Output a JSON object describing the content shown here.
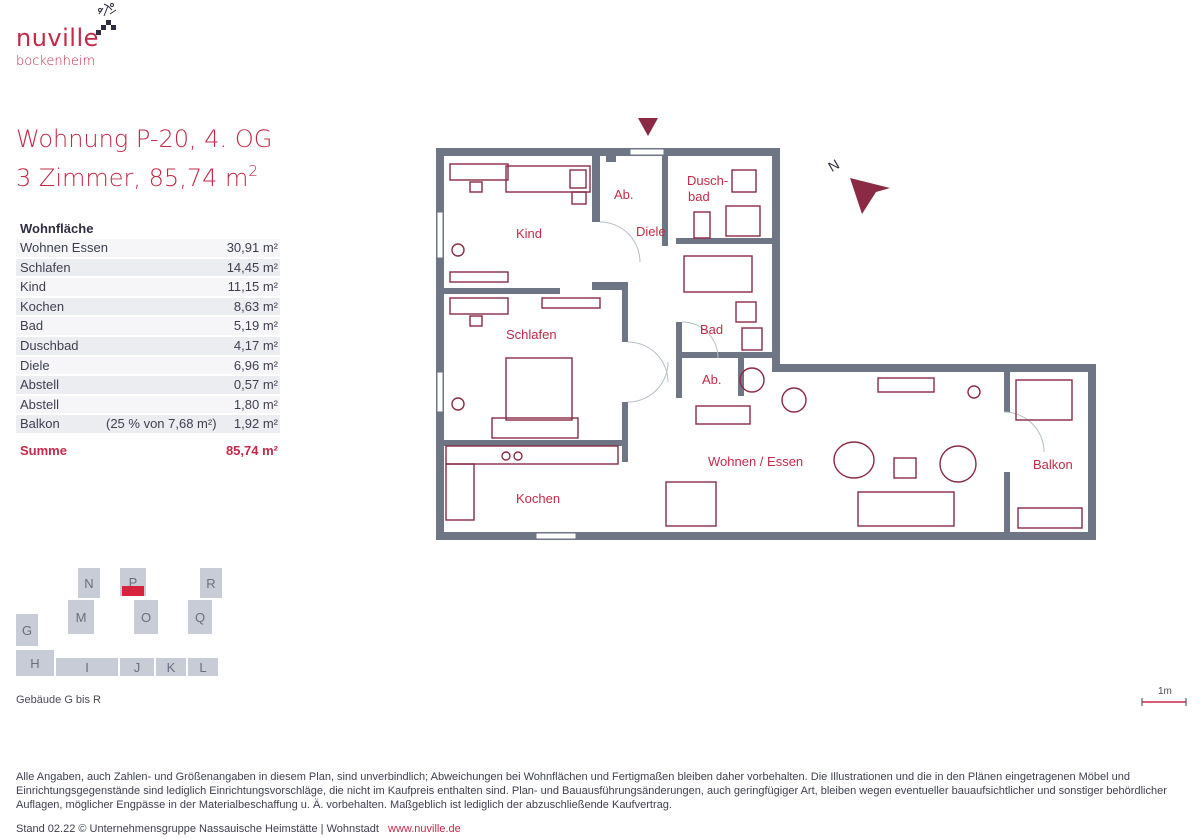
{
  "brand": {
    "name": "nuville",
    "location": "bockenheim"
  },
  "title": {
    "line1": "Wohnung P-20, 4. OG",
    "line2_prefix": "3 Zimmer, 85,74 m",
    "line2_sup": "2"
  },
  "areas": {
    "heading": "Wohnfläche",
    "rows": [
      {
        "label": "Wohnen Essen",
        "note": "",
        "value": "30,91 m²"
      },
      {
        "label": "Schlafen",
        "note": "",
        "value": "14,45 m²"
      },
      {
        "label": "Kind",
        "note": "",
        "value": "11,15 m²"
      },
      {
        "label": "Kochen",
        "note": "",
        "value": "8,63 m²"
      },
      {
        "label": "Bad",
        "note": "",
        "value": "5,19 m²"
      },
      {
        "label": "Duschbad",
        "note": "",
        "value": "4,17 m²"
      },
      {
        "label": "Diele",
        "note": "",
        "value": "6,96 m²"
      },
      {
        "label": "Abstell",
        "note": "",
        "value": "0,57 m²"
      },
      {
        "label": "Abstell",
        "note": "",
        "value": "1,80 m²"
      },
      {
        "label": "Balkon",
        "note": "(25 % von 7,68 m²)",
        "value": "1,92 m²"
      }
    ],
    "sum_label": "Summe",
    "sum_value": "85,74 m²"
  },
  "siteplan": {
    "buildings": [
      "N",
      "P",
      "R",
      "M",
      "O",
      "Q",
      "G",
      "H",
      "I",
      "J",
      "K",
      "L"
    ],
    "highlight": "P",
    "caption": "Gebäude G bis R"
  },
  "rooms": {
    "kind": "Kind",
    "ab1": "Ab.",
    "diele": "Diele",
    "duschbad_1": "Dusch-",
    "duschbad_2": "bad",
    "bad": "Bad",
    "ab2": "Ab.",
    "schlafen": "Schlafen",
    "wohnen": "Wohnen / Essen",
    "kochen": "Kochen",
    "balkon": "Balkon",
    "north": "N"
  },
  "scale_label": "1m",
  "colors": {
    "accent": "#c42a48",
    "wall": "#6e7585",
    "furniture": "#8a2a44",
    "block": "#c7ccd6"
  },
  "disclaimer": "Alle Angaben, auch Zahlen- und Größenangaben in diesem Plan, sind unverbindlich; Abweichungen bei Wohnflächen und Fertigmaßen bleiben daher vorbehalten. Die Illustrationen und die in den Plänen eingetragenen Möbel und Einrichtungsgegenstände sind lediglich Einrichtungsvorschläge, die nicht im Kaufpreis enthalten sind. Plan- und Bauausführungsänderungen, auch geringfügiger Art, bleiben wegen eventueller bauaufsichtlicher und sonstiger behördlicher Auflagen, möglicher Engpässe in der Materialbeschaffung u. Ä. vorbehalten. Maßgeblich ist lediglich der abzuschließende Kaufvertrag.",
  "footer": {
    "text": "Stand 02.22 © Unternehmensgruppe Nassauische Heimstätte | Wohnstadt",
    "link": "www.nuville.de"
  }
}
